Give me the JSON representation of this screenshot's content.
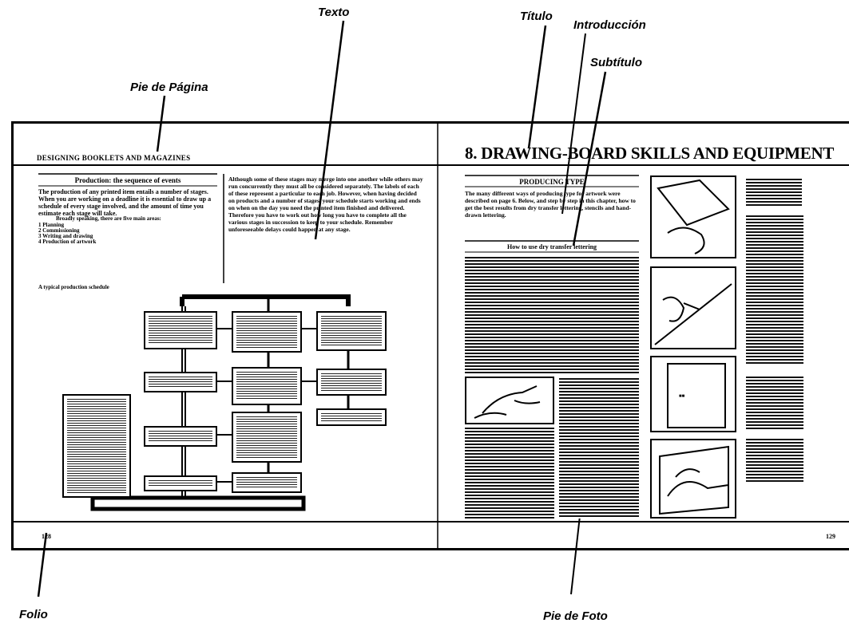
{
  "callouts": {
    "texto": "Texto",
    "titulo": "Título",
    "introduccion": "Introducción",
    "subtitulo": "Subtítulo",
    "pie_de_pagina": "Pie de Página",
    "folio": "Folio",
    "pie_de_foto": "Pie de Foto"
  },
  "left_page": {
    "running_head": "DESIGNING BOOKLETS AND MAGAZINES",
    "section_heading": "Production: the sequence of events",
    "body_intro": "The production of any printed item entails a number of stages. When you are working on a deadline it is essential to draw up a schedule of every stage involved, and the amount of time you estimate each stage will take.",
    "body_broadly": "Broadly speaking, there are five main areas:",
    "stages": [
      "1  Planning",
      "2  Commissioning",
      "3  Writing and drawing",
      "4  Production of artwork"
    ],
    "schedule_caption": "A typical production schedule",
    "body_right": "Although some of these stages may merge into one another while others may run concurrently they must all be considered separately. The labels of each of these represent a particular to each job. However, when having decided on products and a number of stages, your schedule starts working and ends on when on the day you need the printed item finished and delivered. Therefore you have to work out how long you have to complete all the various stages in succession to keep to your schedule. Remember unforeseeable delays could happen at any stage."
  },
  "right_page": {
    "chapter_title": "8. DRAWING-BOARD SKILLS AND EQUIPMENT",
    "section_heading": "PRODUCING TYPE",
    "intro": "The many different ways of producing type for artwork were described on page 6. Below, and step by step in this chapter, how to get the best results from dry transfer lettering, stencils and hand-drawn lettering.",
    "subheading": "How to use dry transfer lettering"
  },
  "folios": {
    "left": "128",
    "right": "129"
  }
}
